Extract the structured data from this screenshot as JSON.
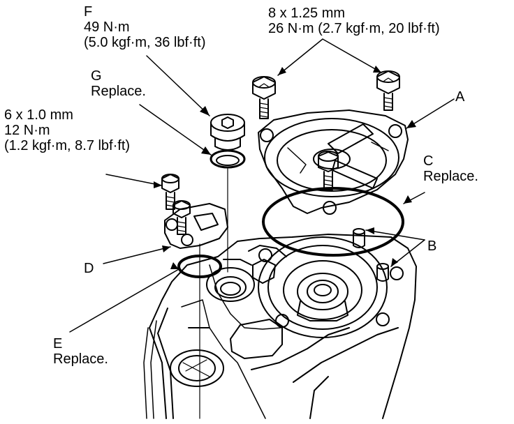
{
  "callouts": {
    "F": {
      "letter": "F",
      "lines": [
        "49 N·m",
        "(5.0 kgf·m, 36 lbf·ft)"
      ]
    },
    "G": {
      "letter": "G",
      "lines": [
        "Replace."
      ]
    },
    "top_bolts": {
      "lines": [
        "8 x 1.25 mm",
        "26 N·m (2.7 kgf·m, 20 lbf·ft)"
      ]
    },
    "A": {
      "letter": "A"
    },
    "C": {
      "letter": "C",
      "lines": [
        "Replace."
      ]
    },
    "B": {
      "letter": "B"
    },
    "side_bolts": {
      "lines": [
        "6 x 1.0 mm",
        "12 N·m",
        "(1.2 kgf·m, 8.7 lbf·ft)"
      ]
    },
    "D": {
      "letter": "D"
    },
    "E": {
      "letter": "E",
      "lines": [
        "Replace."
      ]
    }
  },
  "colors": {
    "ink": "#000000",
    "paper": "#ffffff"
  }
}
